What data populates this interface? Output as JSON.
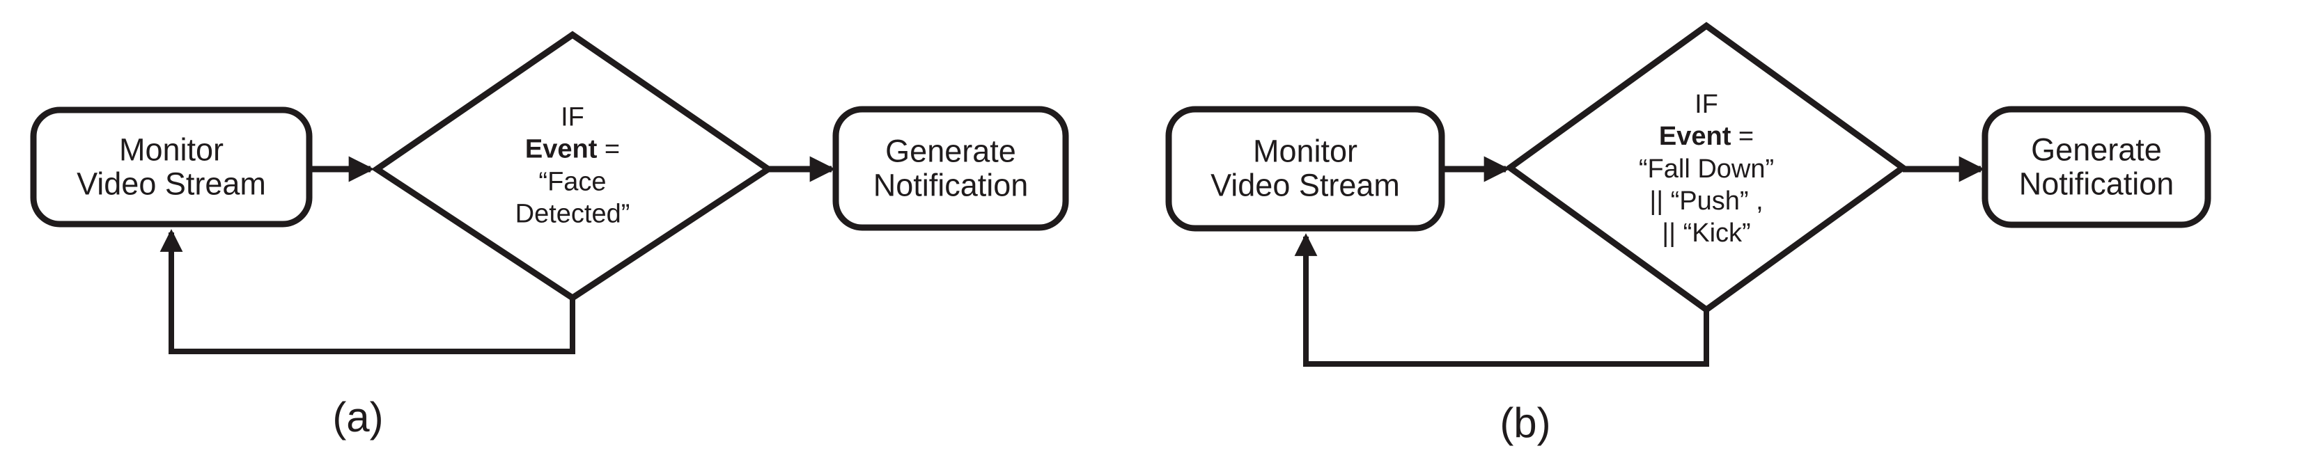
{
  "colors": {
    "ink": "#1f1b1c",
    "background": "#ffffff"
  },
  "figure": {
    "a": {
      "caption": "(a)",
      "monitor": {
        "line1": "Monitor",
        "line2": "Video Stream"
      },
      "decision": {
        "line1": "IF",
        "line2_bold": "Event",
        "line2_rest": " =",
        "line3": "“Face",
        "line4": "Detected”"
      },
      "generate": {
        "line1": "Generate",
        "line2": "Notification"
      }
    },
    "b": {
      "caption": "(b)",
      "monitor": {
        "line1": "Monitor",
        "line2": "Video Stream"
      },
      "decision": {
        "line1": "IF",
        "line2_bold": "Event",
        "line2_rest": " =",
        "line3": "“Fall Down”",
        "line4": "|| “Push” ,",
        "line5": "|| “Kick”"
      },
      "generate": {
        "line1": "Generate",
        "line2": "Notification"
      }
    }
  }
}
